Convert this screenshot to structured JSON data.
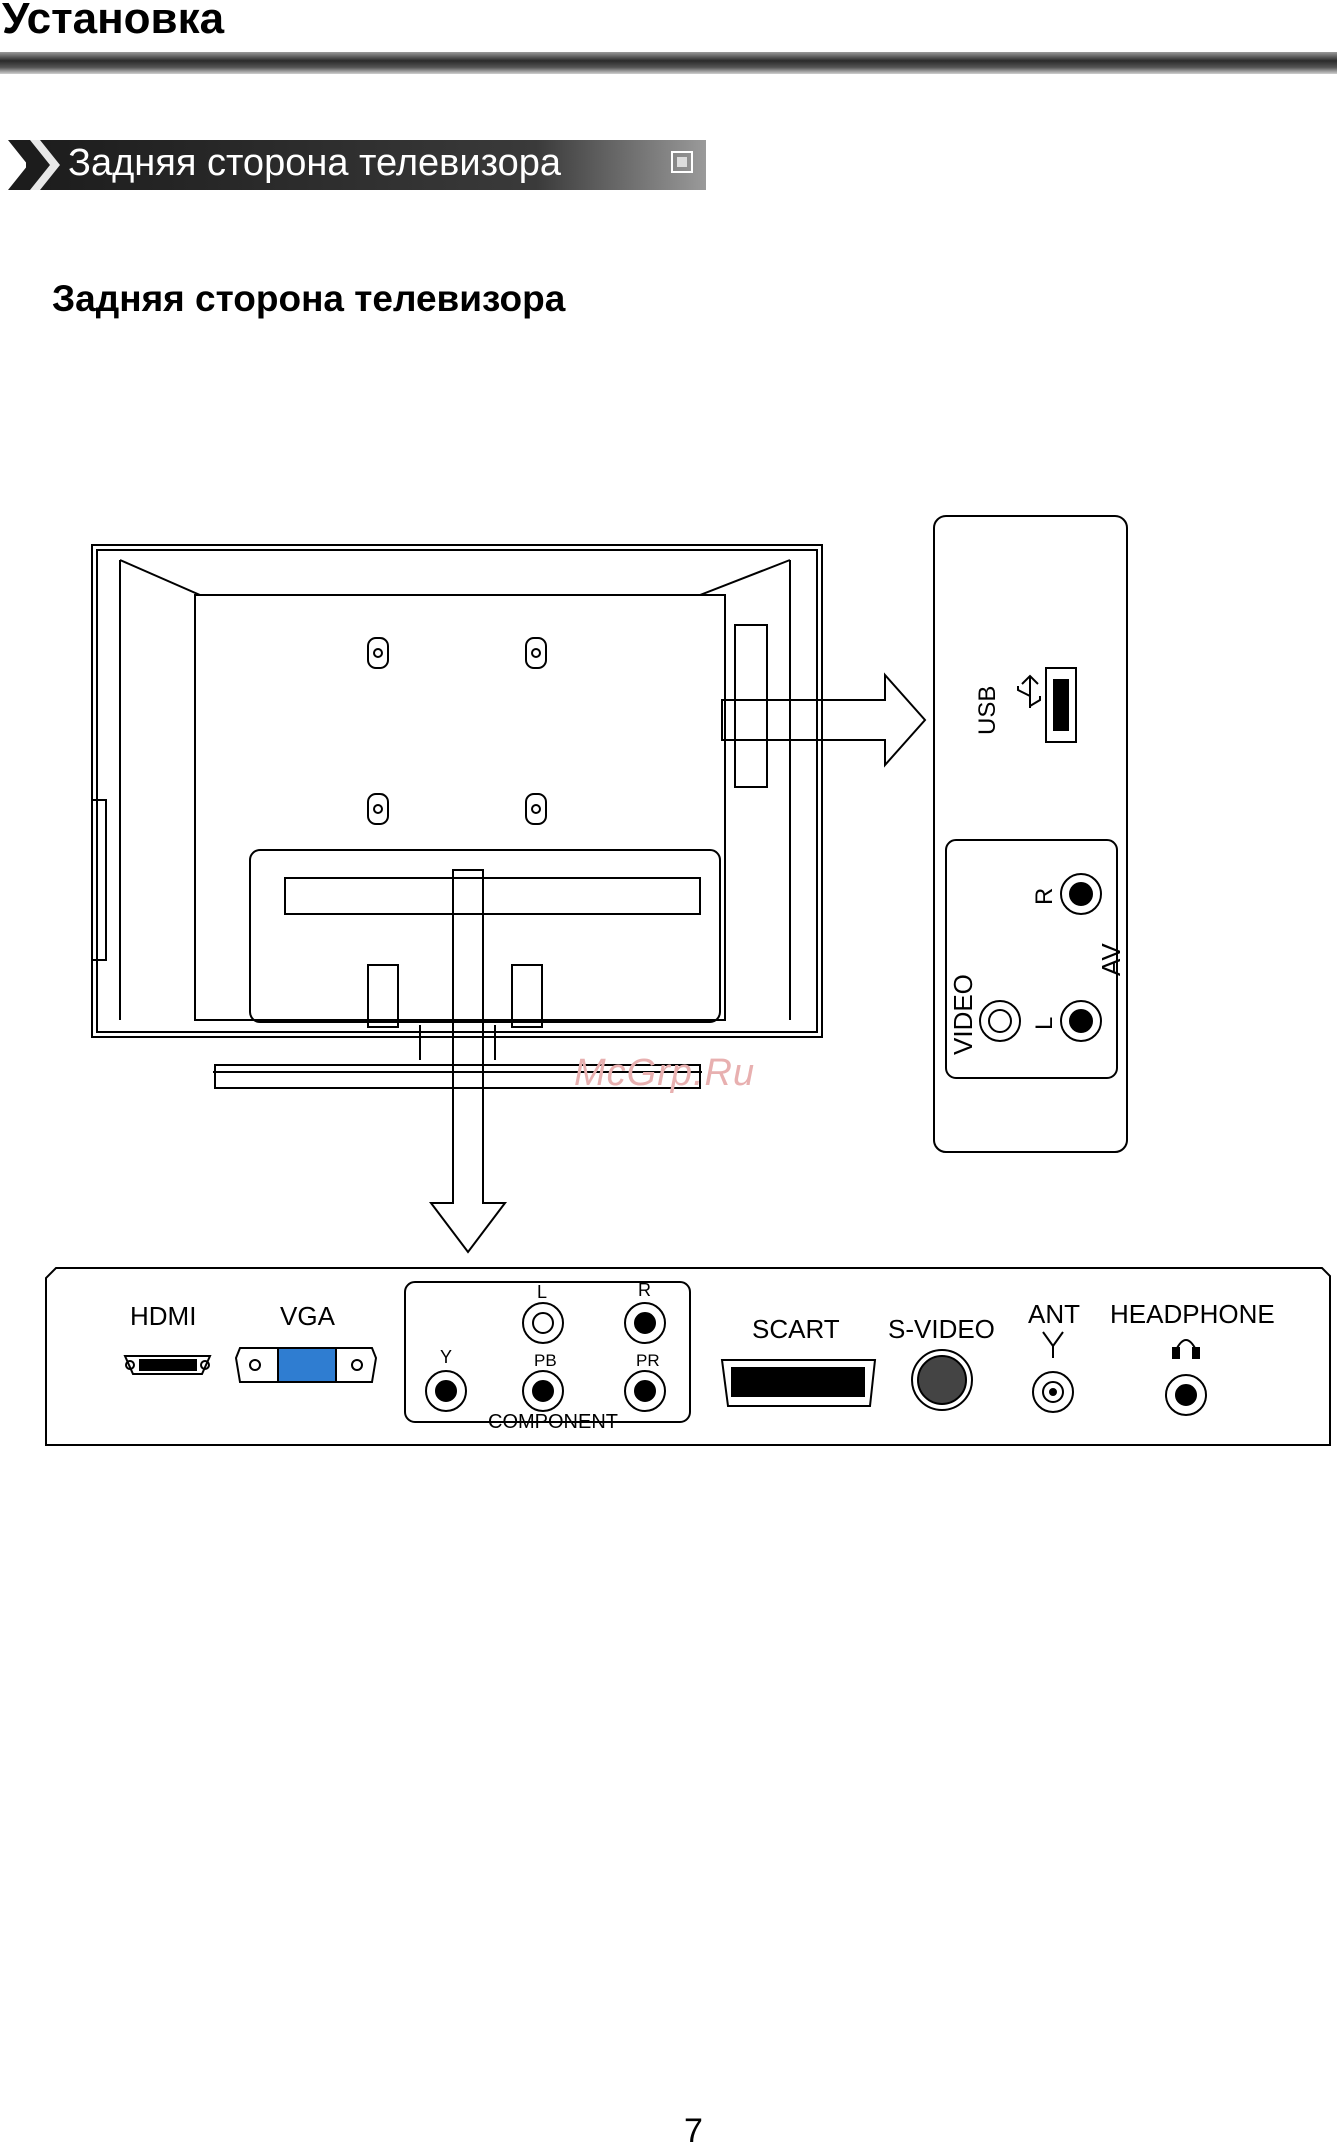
{
  "header": {
    "title": "Установка"
  },
  "section": {
    "banner_title": "Задняя сторона телевизора"
  },
  "page": {
    "subtitle": "Задняя сторона телевизора",
    "number": "7"
  },
  "side_panel": {
    "usb_label": "USB",
    "av_label": "AV",
    "r_label": "R",
    "l_label": "L",
    "video_label": "VIDEO"
  },
  "bottom_panel": {
    "hdmi": "HDMI",
    "vga": "VGA",
    "component_l": "L",
    "component_r": "R",
    "component_y": "Y",
    "component_pb": "PB",
    "component_pr": "PR",
    "component": "COMPONENT",
    "scart": "SCART",
    "svideo": "S-VIDEO",
    "ant": "ANT",
    "headphone": "HEADPHONE"
  },
  "watermark": "McGrp.Ru",
  "colors": {
    "vga_blue": "#2f7dd1",
    "watermark": "#e8b0b0"
  }
}
